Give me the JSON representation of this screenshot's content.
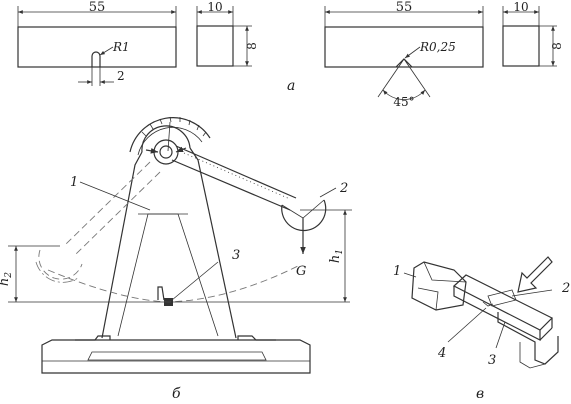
{
  "specimen_u": {
    "length": "55",
    "width": "10",
    "height": "8",
    "notch_radius": "R1",
    "notch_width": "2"
  },
  "specimen_v": {
    "length": "55",
    "width": "10",
    "height": "8",
    "notch_radius": "R0,25",
    "notch_angle": "45°"
  },
  "labels": {
    "fig_a": "а",
    "fig_b": "б",
    "fig_v": "в",
    "pendulum": "1",
    "hammer": "2",
    "specimen": "3",
    "callout_1": "1",
    "callout_2": "2",
    "callout_3": "3",
    "callout_4": "4",
    "h1_base": "h",
    "h1_sub": "1",
    "h2_base": "h",
    "h2_sub": "2",
    "gravity": "G"
  }
}
